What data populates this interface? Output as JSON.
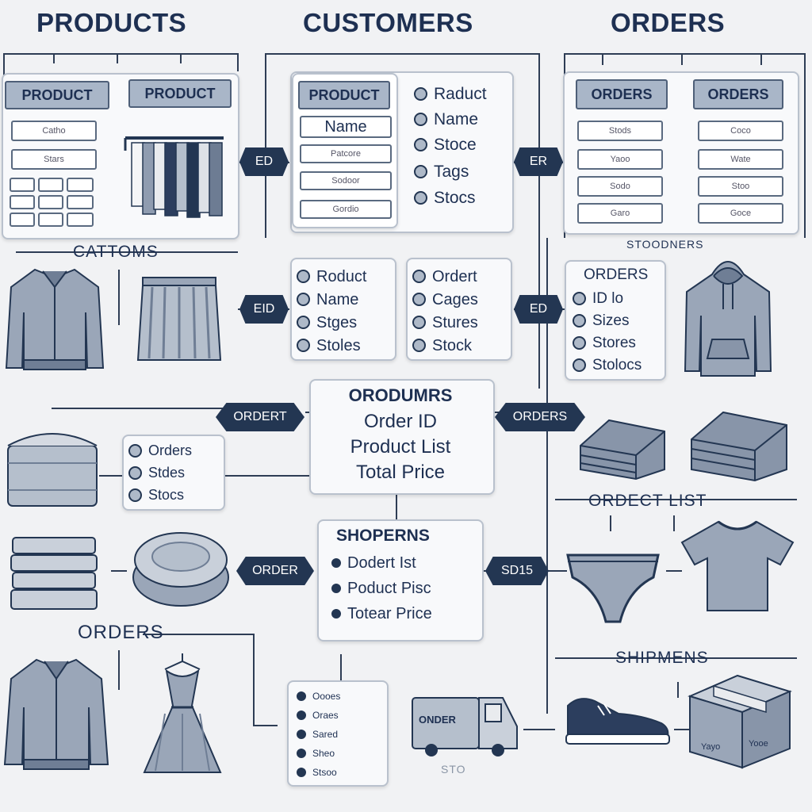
{
  "titles": {
    "products": "PRODUCTS",
    "customers": "CUSTOMERS",
    "orders": "ORDERS"
  },
  "products_card": {
    "header1": "PRODUCT",
    "header2": "PRODUCT",
    "fields": [
      "Catho",
      "Stars"
    ]
  },
  "customers_card": {
    "header": "PRODUCT",
    "fields": [
      "Name",
      "Patcore",
      "Sodoor",
      "Gordio"
    ],
    "list": [
      "Raduct",
      "Name",
      "Stoce",
      "Tags",
      "Stocs"
    ]
  },
  "orders_card": {
    "header1": "ORDERS",
    "header2": "ORDERS",
    "fields_left": [
      "Stods",
      "Yaoo",
      "Sodo",
      "Garo"
    ],
    "fields_right": [
      "Coco",
      "Wate",
      "Stoo",
      "Goce"
    ]
  },
  "tags": {
    "ed": "ED",
    "er": "ER",
    "eid": "EID",
    "ed2": "ED",
    "ordert": "ORDERT",
    "orders": "ORDERS",
    "order": "ORDER",
    "sd": "SD15"
  },
  "labels": {
    "cattoms": "CATTOMS",
    "stoodners": "STOODNERS",
    "orders_bottom": "ORDERS",
    "ordect_list": "ORDECT LIST",
    "shipmens": "SHIPMENS",
    "sto": "STO"
  },
  "mid_lists": {
    "left": [
      "Roduct",
      "Name",
      "Stges",
      "Stoles"
    ],
    "right": [
      "Ordert",
      "Cages",
      "Stures",
      "Stock"
    ],
    "orders_box_title": "ORDERS",
    "orders_box": [
      "ID lo",
      "Sizes",
      "Stores",
      "Stolocs"
    ]
  },
  "center_box": {
    "title": "ORODUMRS",
    "lines": [
      "Order ID",
      "Product List",
      "Total Price"
    ]
  },
  "left_mini_list": [
    "Orders",
    "Stdes",
    "Stocs"
  ],
  "shipments_box": {
    "title": "SHOPERNS",
    "lines": [
      "Dodert Ist",
      "Poduct Pisc",
      "Totear Price"
    ]
  },
  "bottom_list": [
    "Oooes",
    "Oraes",
    "Sared",
    "Sheo",
    "Stsoo"
  ],
  "van_label": "ONDER",
  "box_labels": [
    "Yayo",
    "Yooe"
  ]
}
